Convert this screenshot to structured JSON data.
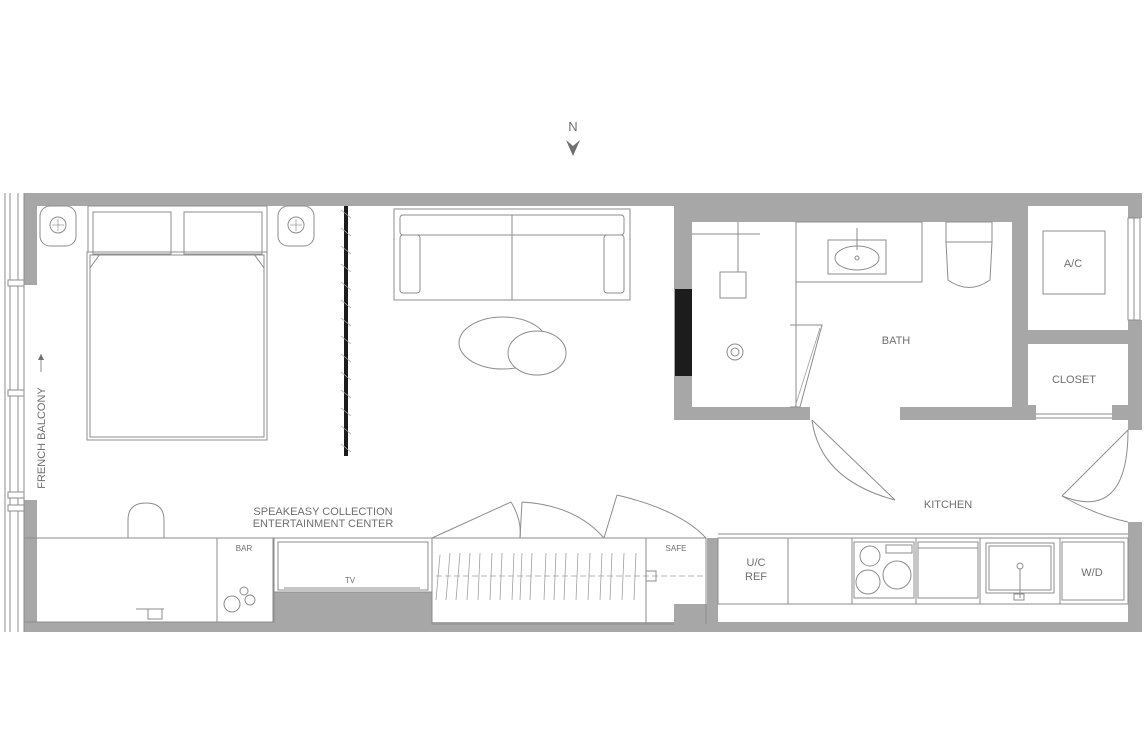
{
  "compass": {
    "label": "N"
  },
  "colors": {
    "wall": "#a7a7a7",
    "line": "#8d8d8d",
    "text": "#6f6f6f"
  },
  "labels": {
    "french_balcony": "FRENCH BALCONY",
    "entertainment_line1": "SPEAKEASY COLLECTION",
    "entertainment_line2": "ENTERTAINMENT CENTER",
    "bar": "BAR",
    "tv": "TV",
    "safe": "SAFE",
    "uc_ref_line1": "U/C",
    "uc_ref_line2": "REF",
    "kitchen": "KITCHEN",
    "wd": "W/D",
    "bath": "BATH",
    "ac": "A/C",
    "closet": "CLOSET"
  }
}
